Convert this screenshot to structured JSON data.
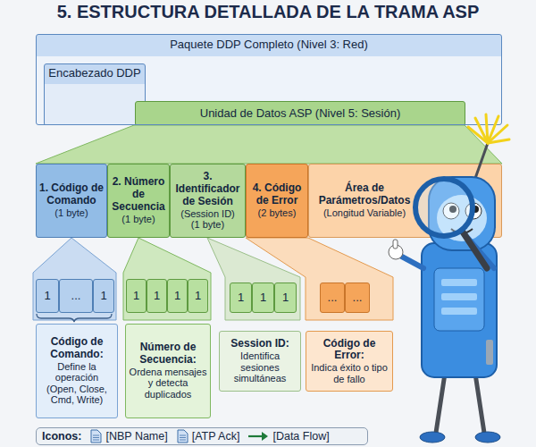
{
  "diagram": {
    "title": "5. ESTRUCTURA DETALLADA DE LA TRAMA ASP",
    "nodes": [
      {
        "text": [
          "Paquete DDP Completo (Nivel 3: Red)"
        ]
      },
      {
        "text": [
          "Encabezado DDP"
        ],
        "in": 0
      },
      {
        "text": [
          "Unidad de Datos ASP (Nivel 5: Sesión)"
        ],
        "in": 0
      },
      {
        "text": [
          "1. Código de Comando",
          "(1 byte)"
        ]
      },
      {
        "text": [
          "2. Número de Secuencia",
          "(1 byte)"
        ]
      },
      {
        "text": [
          "3. Identificador de Sesión",
          "(Session ID)",
          "(1 byte)"
        ]
      },
      {
        "text": [
          "4. Código de Error",
          "(2 bytes)"
        ]
      },
      {
        "text": [
          "Área de Parámetros/Datos",
          "(Longitud Variable)"
        ]
      },
      {
        "text": [
          "1"
        ]
      },
      {
        "text": [
          "..."
        ]
      },
      {
        "text": [
          "1"
        ]
      },
      {
        "text": [
          "1"
        ]
      },
      {
        "text": [
          "1"
        ]
      },
      {
        "text": [
          "1"
        ]
      },
      {
        "text": [
          "1"
        ]
      },
      {
        "text": [
          "1"
        ]
      },
      {
        "text": [
          "1"
        ]
      },
      {
        "text": [
          "1"
        ]
      },
      {
        "text": [
          "..."
        ]
      },
      {
        "text": [
          "..."
        ]
      },
      {
        "text": [
          "Código de Comando:",
          "Define la operación (Open, Close, Cmd, Write)"
        ]
      },
      {
        "text": [
          "Número de Secuencia:",
          "Ordena mensajes y detecta duplicados"
        ]
      },
      {
        "text": [
          "Session ID:",
          "Identifica sesiones simultáneas"
        ]
      },
      {
        "text": [
          "Código de Error:",
          "Indica éxito o tipo de fallo"
        ]
      }
    ],
    "labels": [
      "Iconos:"
    ],
    "legend": [
      {
        "text": "[NBP Name]"
      },
      {
        "text": "[ATP Ack]"
      },
      {
        "text": "[Data Flow]"
      }
    ]
  }
}
